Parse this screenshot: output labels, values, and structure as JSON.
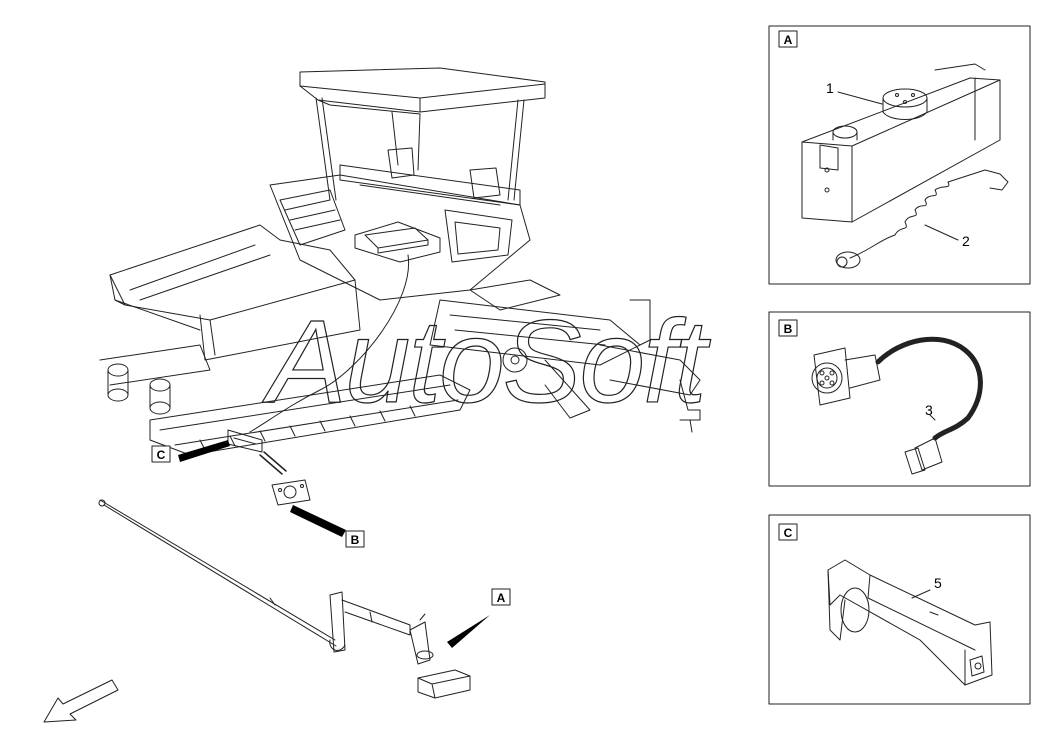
{
  "watermark": "AutoSoft",
  "main_callouts": {
    "a": "A",
    "b": "B",
    "c": "C"
  },
  "detail_a": {
    "tag": "A",
    "labels": [
      "1",
      "2"
    ]
  },
  "detail_b": {
    "tag": "B",
    "labels": [
      "3"
    ]
  },
  "detail_c": {
    "tag": "C",
    "labels": [
      "5"
    ]
  }
}
